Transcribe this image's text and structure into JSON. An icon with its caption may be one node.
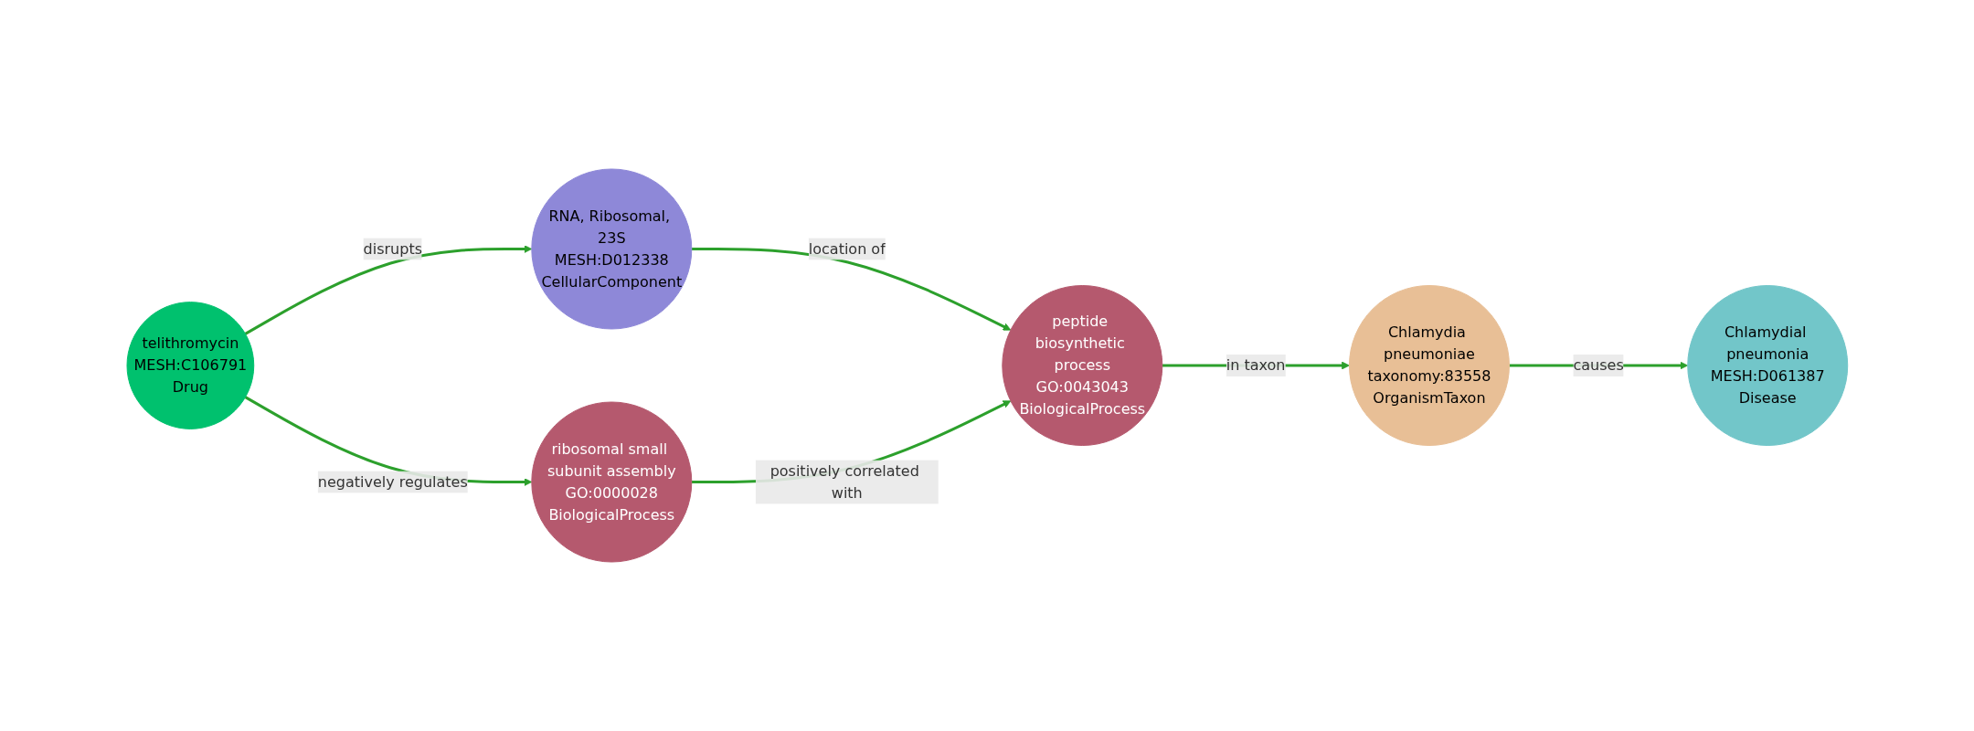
{
  "diagram": {
    "nodes": [
      {
        "text": [
          "telithromycin",
          "MESH:C106791",
          "Drug"
        ]
      },
      {
        "text": [
          "RNA, Ribosomal, 23S",
          "MESH:D012338",
          "CellularComponent"
        ]
      },
      {
        "text": [
          "ribosomal small subunit assembly",
          "GO:0000028",
          "BiologicalProcess"
        ]
      },
      {
        "text": [
          "peptide biosynthetic process",
          "GO:0043043",
          "BiologicalProcess"
        ]
      },
      {
        "text": [
          "Chlamydia pneumoniae",
          "taxonomy:83558",
          "OrganismTaxon"
        ]
      },
      {
        "text": [
          "Chlamydial pneumonia",
          "MESH:D061387",
          "Disease"
        ]
      }
    ],
    "edges": [
      {
        "from": 0,
        "to": 1,
        "arrow": "to",
        "label": "disrupts"
      },
      {
        "from": 0,
        "to": 2,
        "arrow": "to",
        "label": "negatively regulates"
      },
      {
        "from": 1,
        "to": 3,
        "arrow": "to",
        "label": "location of"
      },
      {
        "from": 2,
        "to": 3,
        "arrow": "to",
        "label": "positively correlated with"
      },
      {
        "from": 3,
        "to": 4,
        "arrow": "to",
        "label": "in taxon"
      },
      {
        "from": 4,
        "to": 5,
        "arrow": "to",
        "label": "causes"
      }
    ]
  }
}
